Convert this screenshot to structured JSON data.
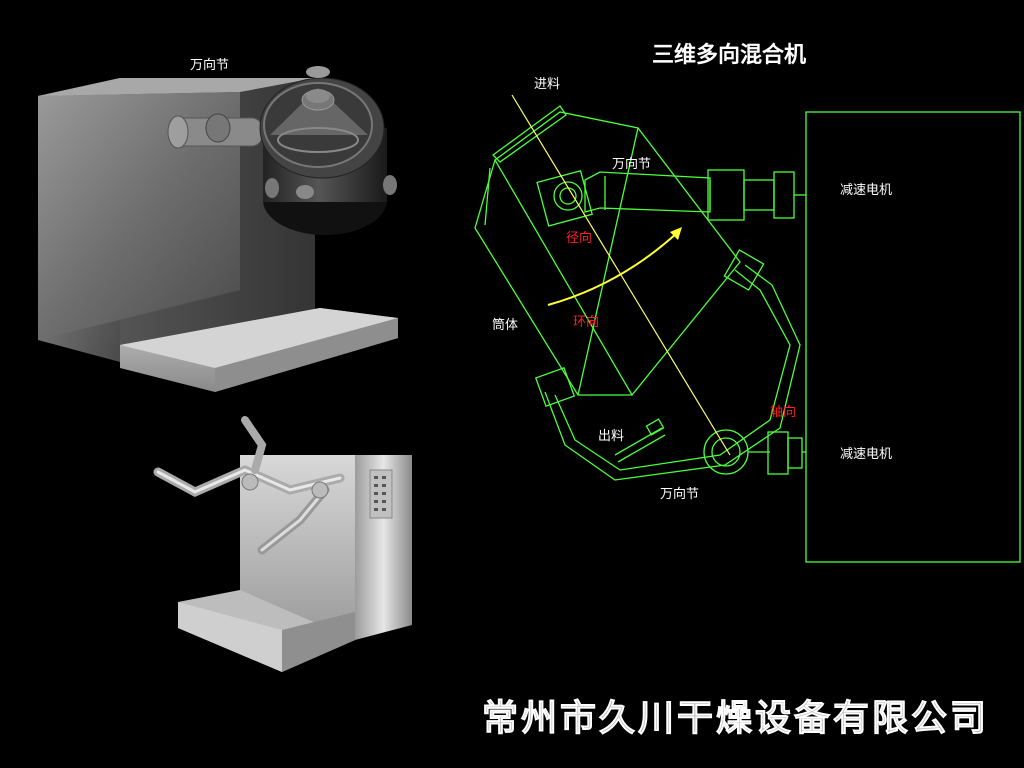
{
  "title": "三维多向混合机",
  "company": "常州市久川干燥设备有限公司",
  "photo_label": "万向节",
  "diagram_labels": {
    "inlet": "进料",
    "joint_top": "万向节",
    "motor_top": "减速电机",
    "radial": "径向",
    "barrel": "筒体",
    "circumferential": "环向",
    "axial": "轴向",
    "outlet": "出料",
    "motor_bottom": "减速电机",
    "joint_bottom": "万向节"
  },
  "colors": {
    "background": "#000000",
    "line": "#4cff3c",
    "axis_line": "#ffff66",
    "arrow": "#ffff33",
    "red_text": "#ff2020"
  }
}
